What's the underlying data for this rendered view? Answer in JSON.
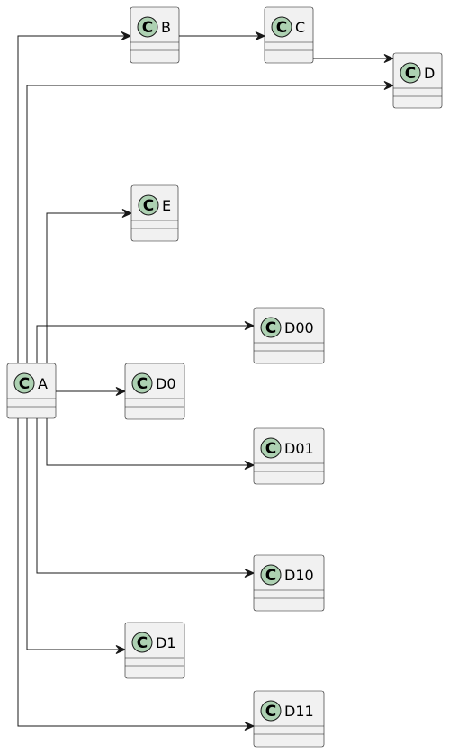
{
  "theme": {
    "box_fill": "#f1f1f1",
    "line_color": "#181818",
    "stereotype_color": "#add1b2",
    "background": "#ffffff"
  },
  "stereotype_glyph": "C",
  "classes": [
    {
      "id": "A",
      "name": "A"
    },
    {
      "id": "B",
      "name": "B"
    },
    {
      "id": "C",
      "name": "C"
    },
    {
      "id": "D",
      "name": "D"
    },
    {
      "id": "E",
      "name": "E"
    },
    {
      "id": "D00",
      "name": "D00"
    },
    {
      "id": "D0",
      "name": "D0"
    },
    {
      "id": "D01",
      "name": "D01"
    },
    {
      "id": "D10",
      "name": "D10"
    },
    {
      "id": "D1",
      "name": "D1"
    },
    {
      "id": "D11",
      "name": "D11"
    }
  ],
  "associations": [
    {
      "from": "A",
      "to": "B"
    },
    {
      "from": "B",
      "to": "C"
    },
    {
      "from": "C",
      "to": "D"
    },
    {
      "from": "A",
      "to": "D"
    },
    {
      "from": "A",
      "to": "E"
    },
    {
      "from": "A",
      "to": "D00"
    },
    {
      "from": "A",
      "to": "D0"
    },
    {
      "from": "A",
      "to": "D01"
    },
    {
      "from": "A",
      "to": "D10"
    },
    {
      "from": "A",
      "to": "D1"
    },
    {
      "from": "A",
      "to": "D11"
    }
  ]
}
